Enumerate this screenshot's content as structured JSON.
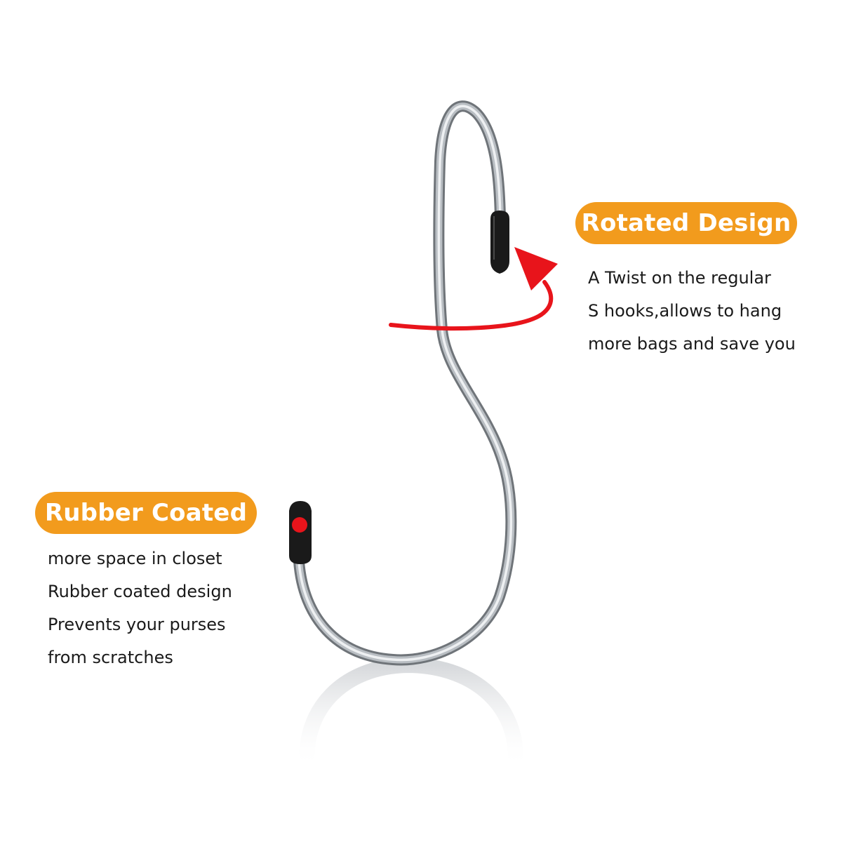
{
  "colors": {
    "accent_orange": "#f29b1d",
    "arrow_red": "#e8141b",
    "steel_light": "#eef0f2",
    "steel_dark": "#6f7479",
    "rubber_black": "#1a1a1a"
  },
  "callouts": {
    "rotated": {
      "title": "Rotated Design",
      "lines": [
        "A Twist on the regular",
        "S hooks,allows to hang",
        "more bags and save you"
      ]
    },
    "rubber": {
      "title": "Rubber Coated",
      "lines": [
        "more space in closet",
        "Rubber coated design",
        "Prevents your purses",
        "from scratches"
      ]
    }
  }
}
